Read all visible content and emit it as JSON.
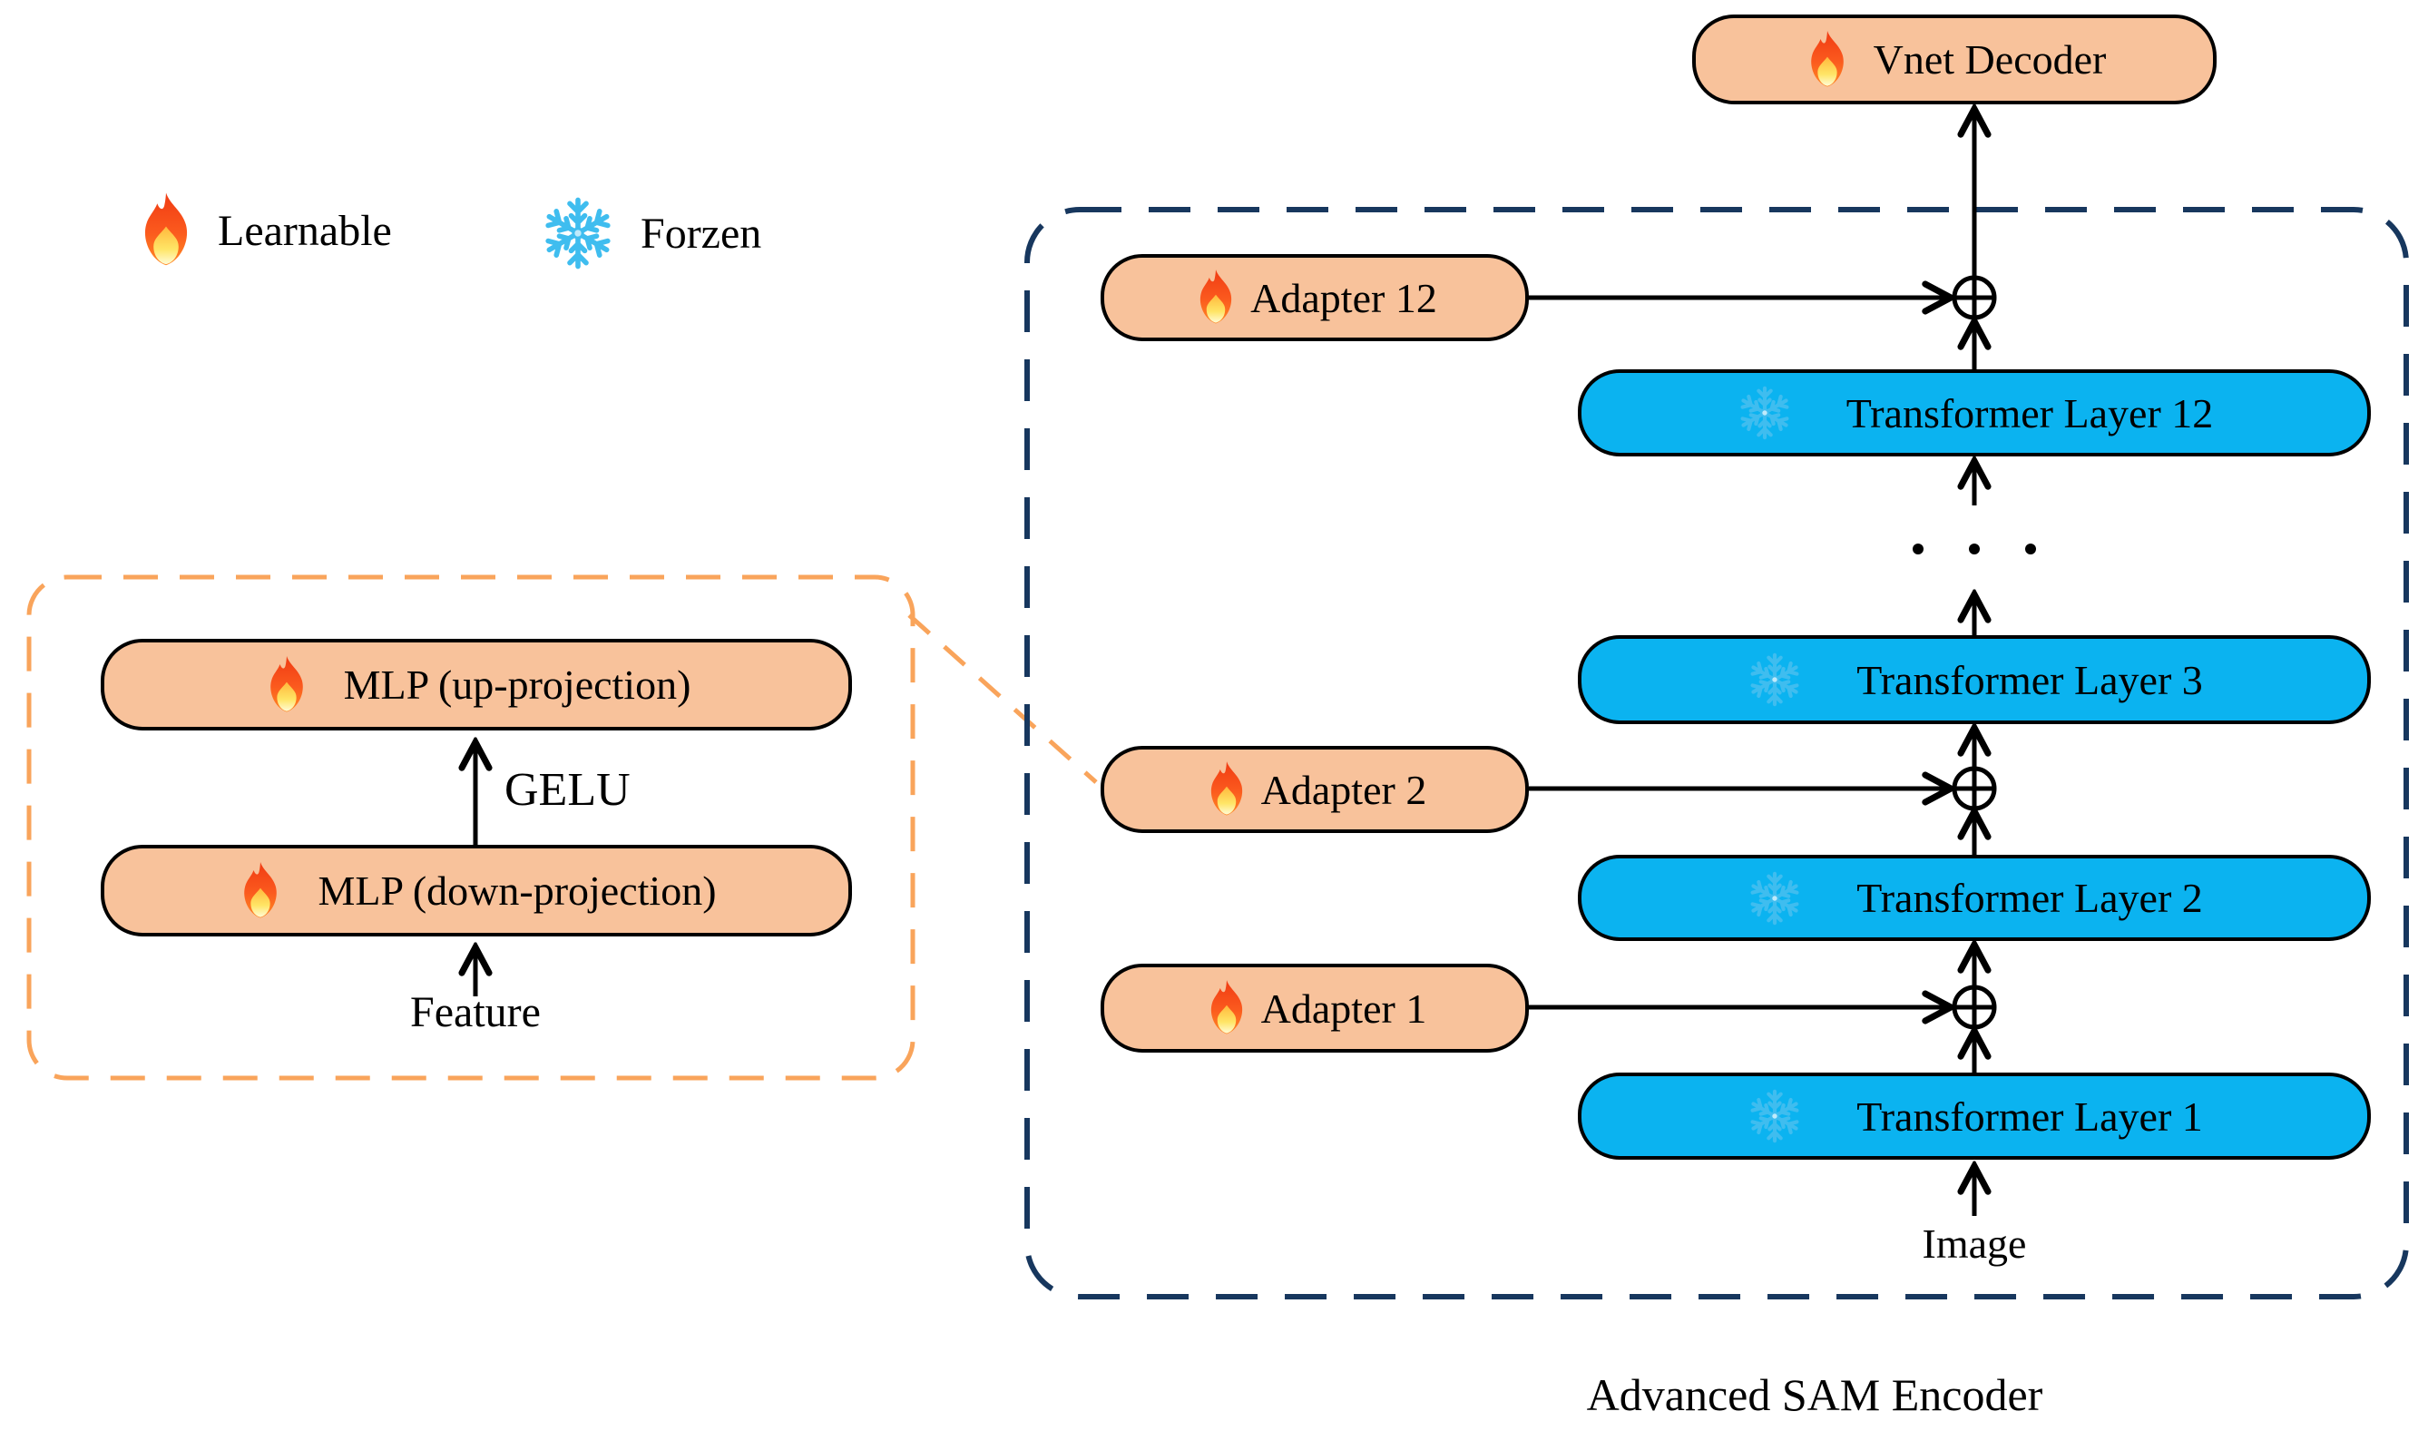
{
  "figure": {
    "caption": "Advanced SAM Encoder",
    "background": "#FFFFFF"
  },
  "colors": {
    "learnable_fill": "#F8C29B",
    "frozen_fill": "#0BB3F0",
    "outline": "#000000",
    "adapter_panel_dash": "#F9A45B",
    "encoder_panel_dash": "#17375E",
    "arrow": "#000000"
  },
  "legend": {
    "items": [
      {
        "icon": "flame-icon",
        "label": "Learnable"
      },
      {
        "icon": "snowflake-icon",
        "label": "Forzen"
      }
    ]
  },
  "adapter_detail": {
    "boxes": [
      {
        "icon": "flame-icon",
        "label": "MLP (up-projection)"
      },
      {
        "icon": "flame-icon",
        "label": "MLP (down-projection)"
      }
    ],
    "activation_label": "GELU",
    "input_label": "Feature"
  },
  "encoder": {
    "decoder": {
      "icon": "flame-icon",
      "label": "Vnet Decoder"
    },
    "adapters": [
      {
        "icon": "flame-icon",
        "label": "Adapter 12"
      },
      {
        "icon": "flame-icon",
        "label": "Adapter 2"
      },
      {
        "icon": "flame-icon",
        "label": "Adapter 1"
      }
    ],
    "transformer_layers": [
      {
        "icon": "snowflake-icon",
        "label": "Transformer Layer 12"
      },
      {
        "icon": "snowflake-icon",
        "label": "Transformer Layer 3"
      },
      {
        "icon": "snowflake-icon",
        "label": "Transformer Layer 2"
      },
      {
        "icon": "snowflake-icon",
        "label": "Transformer Layer 1"
      }
    ],
    "ellipsis": "· · ·",
    "input_label": "Image",
    "sum_symbol": "⊕"
  }
}
